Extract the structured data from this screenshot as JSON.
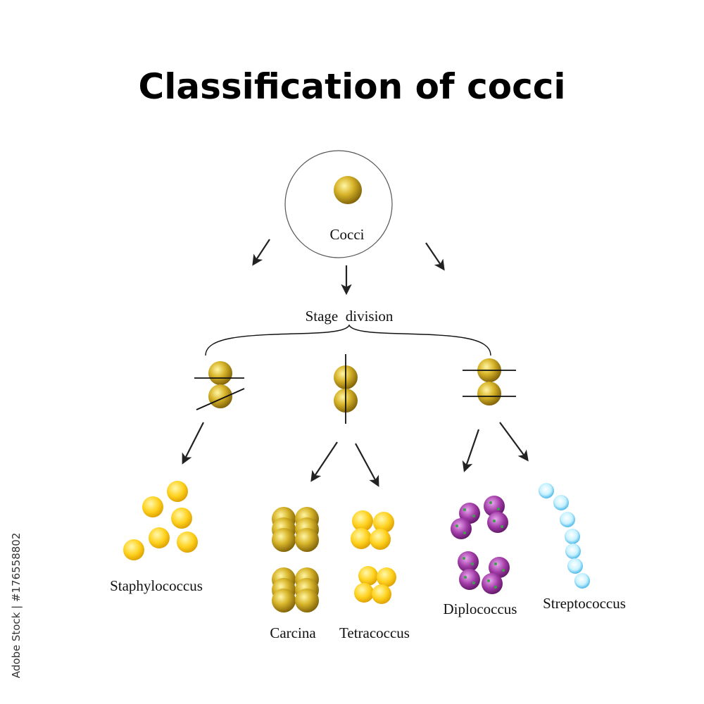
{
  "title": "Classification of cocci",
  "labels": {
    "cocci": "Cocci",
    "stage_division": "Stage  division",
    "staphylococcus": "Staphylococcus",
    "carcina": "Carcina",
    "tetracoccus": "Tetracoccus",
    "diplococcus": "Diplococcus",
    "streptococcus": "Streptococcus"
  },
  "side_text": "Adobe Stock | #176558802",
  "colors": {
    "gold_coccus": "#c9a61e",
    "yellow_coccus": "#ffd21f",
    "purple_coccus": "#a03aa6",
    "green_dots": "#3aa34a",
    "blue_coccus": "#7fdcf5"
  }
}
